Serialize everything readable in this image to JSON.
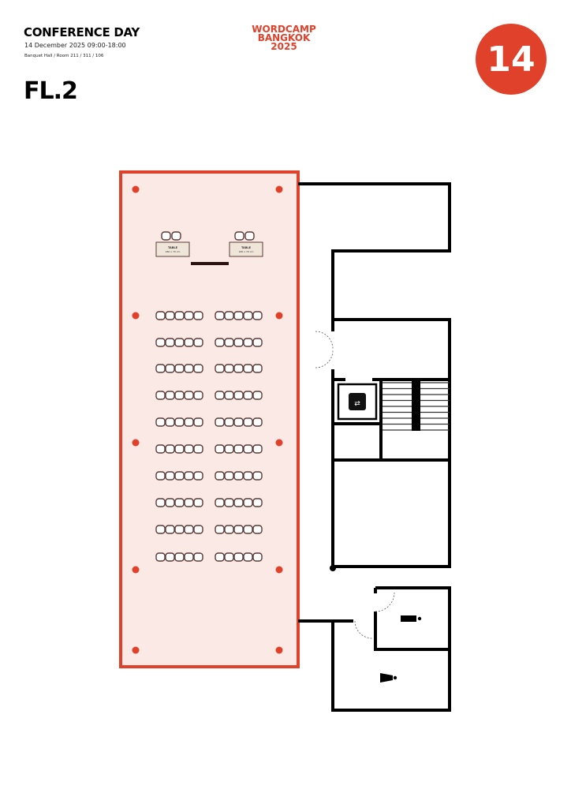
{
  "header": {
    "title": "CONFERENCE DAY",
    "date": "14 December 2025 09:00-18:00",
    "location": "Banquet Hall / Room 211 / 311 / 106",
    "floor": "FL.2"
  },
  "logo": {
    "line1": "WORDCAMP",
    "line2": "BANGKOK",
    "line3": "2025"
  },
  "badge": {
    "number": "14"
  },
  "colors": {
    "accent": "#e0412a",
    "room_fill": "#fbe9e6",
    "chair": "#5a3a36",
    "table_fill": "#efe5d8"
  },
  "stage": {
    "tables": [
      {
        "label": "TABLE",
        "size": "180 x 70 cm"
      },
      {
        "label": "TABLE",
        "size": "180 x 70 cm"
      }
    ]
  },
  "seating": {
    "rows": 10,
    "chairs_per_group": 5,
    "groups": 2
  },
  "icons": [
    "elevator-icon",
    "stairs-icon",
    "toilet-male-icon",
    "toilet-female-icon"
  ]
}
